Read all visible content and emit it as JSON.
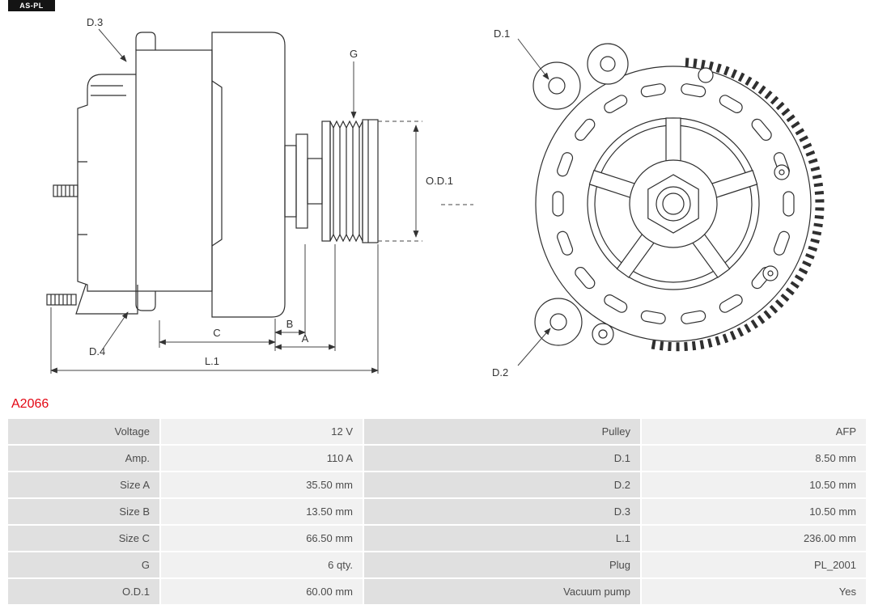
{
  "brand": "AS-PL",
  "part_number": "A2066",
  "diagram": {
    "labels": {
      "d1": "D.1",
      "d2": "D.2",
      "d3": "D.3",
      "d4": "D.4",
      "g": "G",
      "od1": "O.D.1",
      "a": "A",
      "b": "B",
      "c": "C",
      "l1": "L.1"
    }
  },
  "colors": {
    "part_number_red": "#e30613",
    "table_label_bg": "#e0e0e0",
    "table_value_bg": "#f1f1f1",
    "table_text": "#4c4c4c",
    "drawing_line": "#2f2f2f"
  },
  "spec_rows": [
    {
      "label_left": "Voltage",
      "value_left": "12 V",
      "label_right": "Pulley",
      "value_right": "AFP"
    },
    {
      "label_left": "Amp.",
      "value_left": "110 A",
      "label_right": "D.1",
      "value_right": "8.50 mm"
    },
    {
      "label_left": "Size A",
      "value_left": "35.50 mm",
      "label_right": "D.2",
      "value_right": "10.50 mm"
    },
    {
      "label_left": "Size B",
      "value_left": "13.50 mm",
      "label_right": "D.3",
      "value_right": "10.50 mm"
    },
    {
      "label_left": "Size C",
      "value_left": "66.50 mm",
      "label_right": "L.1",
      "value_right": "236.00 mm"
    },
    {
      "label_left": "G",
      "value_left": "6 qty.",
      "label_right": "Plug",
      "value_right": "PL_2001"
    },
    {
      "label_left": "O.D.1",
      "value_left": "60.00 mm",
      "label_right": "Vacuum pump",
      "value_right": "Yes"
    }
  ]
}
